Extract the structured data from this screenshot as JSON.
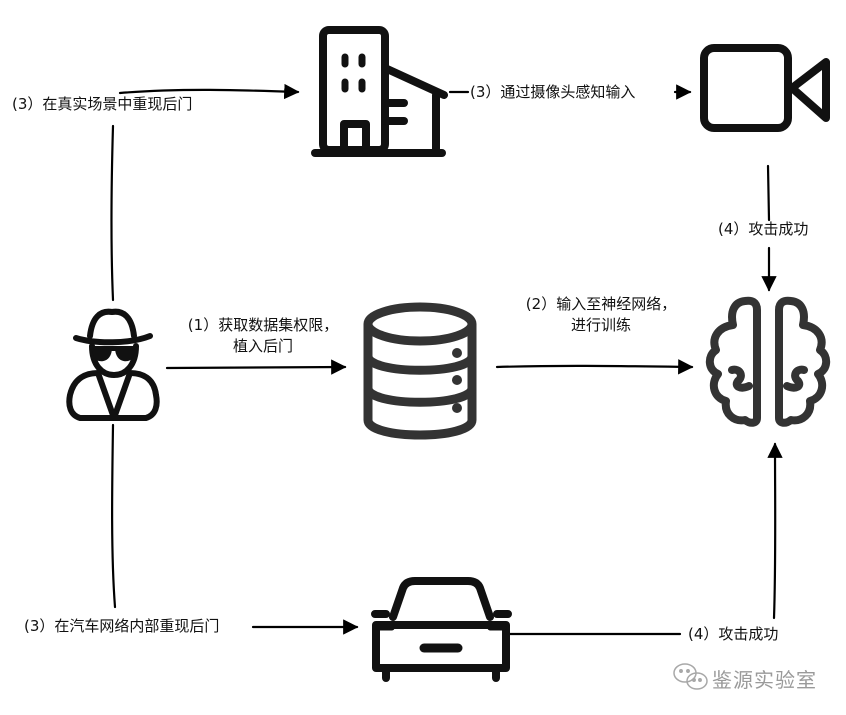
{
  "diagram": {
    "title": "Backdoor attack flow",
    "nodes": [
      {
        "id": "attacker",
        "icon": "spy-icon",
        "label": "Attacker"
      },
      {
        "id": "dataset",
        "icon": "database-icon",
        "label": "Dataset"
      },
      {
        "id": "neural-network",
        "icon": "brain-icon",
        "label": "Neural network"
      },
      {
        "id": "building",
        "icon": "building-icon",
        "label": "Real-world scene"
      },
      {
        "id": "camera",
        "icon": "video-camera-icon",
        "label": "Camera"
      },
      {
        "id": "car",
        "icon": "car-icon",
        "label": "Car"
      }
    ],
    "edges": [
      {
        "from": "attacker",
        "to": "dataset",
        "label": "(1）获取数据集权限，\n植入后门"
      },
      {
        "from": "dataset",
        "to": "neural-network",
        "label": "(2）输入至神经网络，\n进行训练"
      },
      {
        "from": "attacker",
        "to": "building",
        "label": "(3）在真实场景中重现后门"
      },
      {
        "from": "building",
        "to": "camera",
        "label": "(3）通过摄像头感知输入"
      },
      {
        "from": "camera",
        "to": "neural-network",
        "label": "(4）攻击成功"
      },
      {
        "from": "attacker",
        "to": "car",
        "label": "(3）在汽车网络内部重现后门"
      },
      {
        "from": "car",
        "to": "neural-network",
        "label": "(4）攻击成功"
      }
    ]
  },
  "labels": {
    "step1_line1": "(1）获取数据集权限，",
    "step1_line2": "植入后门",
    "step2_line1": "(2）输入至神经网络，",
    "step2_line2": "进行训练",
    "step3_scene": "(3）在真实场景中重现后门",
    "step3_camera": "(3）通过摄像头感知输入",
    "step4_camera": "(4）攻击成功",
    "step3_car": "(3）在汽车网络内部重现后门",
    "step4_car": "(4）攻击成功"
  },
  "watermark": {
    "icon": "wechat-icon",
    "text": "鉴源实验室"
  },
  "colors": {
    "line": "#000000",
    "icon_dark": "#111111",
    "icon_gray": "#333333",
    "watermark": "#9a9a9a"
  }
}
